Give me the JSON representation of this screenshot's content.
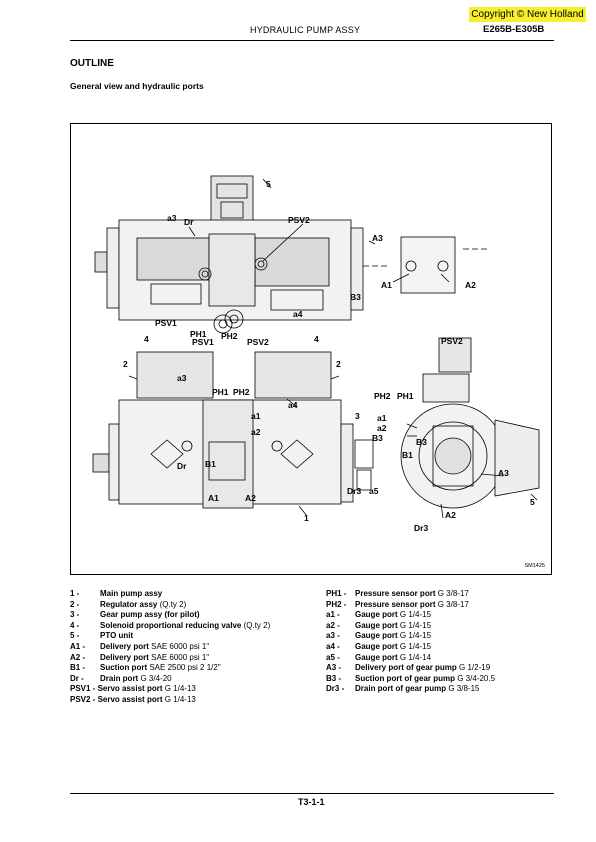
{
  "header": {
    "copyright": "Copyright © New Holland",
    "title": "HYDRAULIC PUMP ASSY",
    "model": "E265B-E305B"
  },
  "section_title": "OUTLINE",
  "subsection_title": "General view and hydraulic ports",
  "figure": {
    "code": "SM1425",
    "labels": {
      "top_view": {
        "n5": "5",
        "a3": "a3",
        "dr": "Dr",
        "psv2": "PSV2",
        "a3_big": "A3",
        "a1_big": "A1",
        "a2_big": "A2",
        "b3": "B3",
        "a4": "a4",
        "psv1": "PSV1",
        "ph1": "PH1",
        "ph2": "PH2"
      },
      "front_view": {
        "n4l": "4",
        "n4r": "4",
        "psv1": "PSV1",
        "psv2": "PSV2",
        "n2l": "2",
        "n2r": "2",
        "a3": "a3",
        "ph1": "PH1",
        "ph2": "PH2",
        "a4": "a4",
        "a1": "a1",
        "a2": "a2",
        "dr": "Dr",
        "b1": "B1",
        "a1_big": "A1",
        "a2_big": "A2",
        "n1": "1"
      },
      "side_view": {
        "psv2": "PSV2",
        "ph2": "PH2",
        "ph1": "PH1",
        "n3": "3",
        "a1": "a1",
        "a2": "a2",
        "b3_small": "B3",
        "b3": "B3",
        "b1": "B1",
        "a3_big": "A3",
        "dr3_small": "Dr3",
        "a5": "a5",
        "n5": "5",
        "a2_big": "A2",
        "dr3": "Dr3"
      }
    }
  },
  "legend_left": [
    {
      "num": "1 -",
      "name": "Main pump assy",
      "detail": ""
    },
    {
      "num": "2 -",
      "name": "Regulator assy",
      "detail": "(Q.ty 2)"
    },
    {
      "num": "3 -",
      "name": "Gear pump assy (for pilot)",
      "detail": ""
    },
    {
      "num": "4 -",
      "name": "Solenoid proportional reducing valve",
      "detail": "(Q.ty 2)"
    },
    {
      "num": "5 -",
      "name": "PTO unit",
      "detail": ""
    },
    {
      "num": "A1 -",
      "name": "Delivery port",
      "detail": "SAE 6000 psi 1\""
    },
    {
      "num": "A2 -",
      "name": "Delivery port",
      "detail": "SAE 6000 psi 1\""
    },
    {
      "num": "B1 -",
      "name": "Suction port",
      "detail": "SAE 2500 psi 2 1/2\""
    },
    {
      "num": "Dr -",
      "name": "Drain port",
      "detail": "G 3/4-20"
    },
    {
      "num": "PSV1 -",
      "name": "Servo assist port",
      "detail": "G 1/4-13"
    },
    {
      "num": "PSV2 -",
      "name": "Servo assist port",
      "detail": "G 1/4-13"
    }
  ],
  "legend_right": [
    {
      "num": "PH1 -",
      "name": "Pressure sensor port",
      "detail": "G 3/8-17"
    },
    {
      "num": "PH2 -",
      "name": "Pressure sensor port",
      "detail": "G 3/8-17"
    },
    {
      "num": "a1 -",
      "name": "Gauge port",
      "detail": "G 1/4-15"
    },
    {
      "num": "a2 -",
      "name": "Gauge port",
      "detail": "G 1/4-15"
    },
    {
      "num": "a3 -",
      "name": "Gauge port",
      "detail": "G 1/4-15"
    },
    {
      "num": "a4 -",
      "name": "Gauge port",
      "detail": "G 1/4-15"
    },
    {
      "num": "a5 -",
      "name": "Gauge port",
      "detail": "G 1/4-14"
    },
    {
      "num": "A3 -",
      "name": "Delivery port of gear pump",
      "detail": "G 1/2-19"
    },
    {
      "num": "B3 -",
      "name": "Suction port of gear pump",
      "detail": "G 3/4-20.5"
    },
    {
      "num": "Dr3 -",
      "name": "Drain port of gear pump",
      "detail": "G 3/8-15"
    }
  ],
  "footer": {
    "page": "T3-1-1"
  }
}
